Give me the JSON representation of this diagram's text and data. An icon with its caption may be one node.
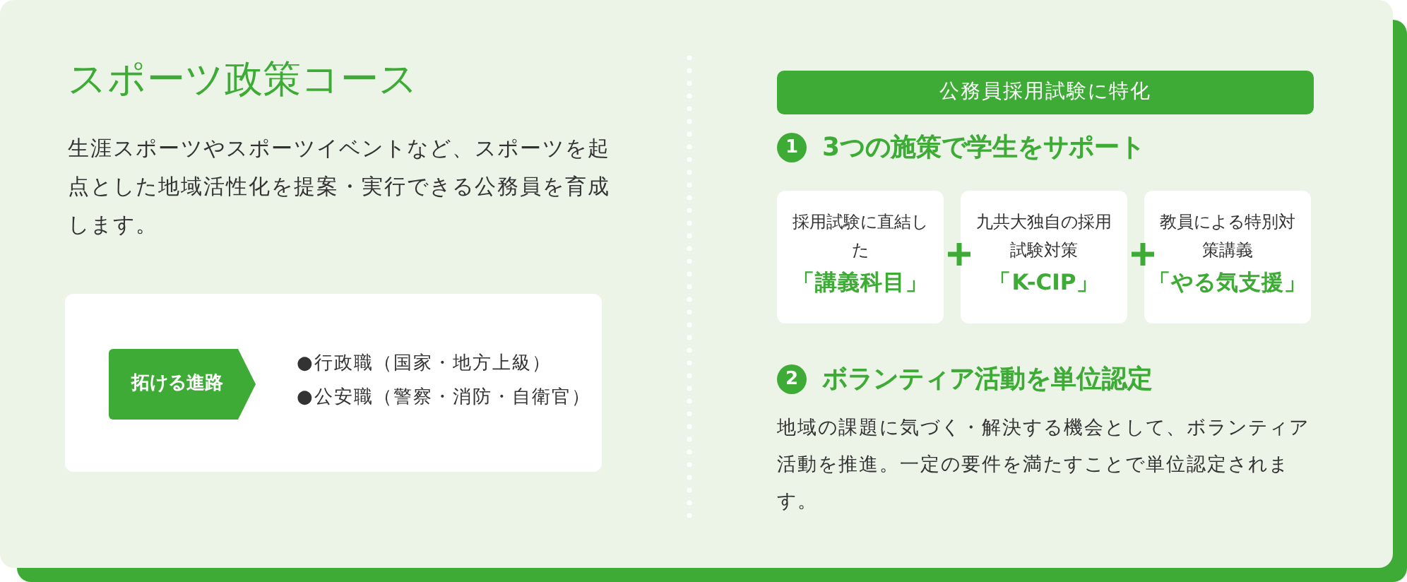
{
  "diagram": {
    "title": "スポーツ政策コース",
    "nodes": [
      {
        "text": [
          "拓ける進路"
        ]
      },
      {
        "text": [
          "公務員採用試験に特化"
        ]
      },
      {
        "text": [
          "採用試験に直結した",
          "「講義科目」"
        ]
      },
      {
        "text": [
          "九共大独自の採用試験対策",
          "「K-CIP」"
        ]
      },
      {
        "text": [
          "教員による特別対策講義",
          "「やる気支援」"
        ]
      }
    ],
    "labels": [
      "生涯スポーツやスポーツイベントなど、スポーツを起点とした地域活性化を提案・実行できる公務員を育成します。",
      "●行政職（国家・地方上級）",
      "●公安職（警察・消防・自衛官）",
      "1",
      "3つの施策で学生をサポート",
      "2",
      "ボランティア活動を単位認定",
      "地域の課題に気づく・解決する機会として、ボランティア活動を推進。一定の要件を満たすことで単位認定されます。"
    ]
  }
}
